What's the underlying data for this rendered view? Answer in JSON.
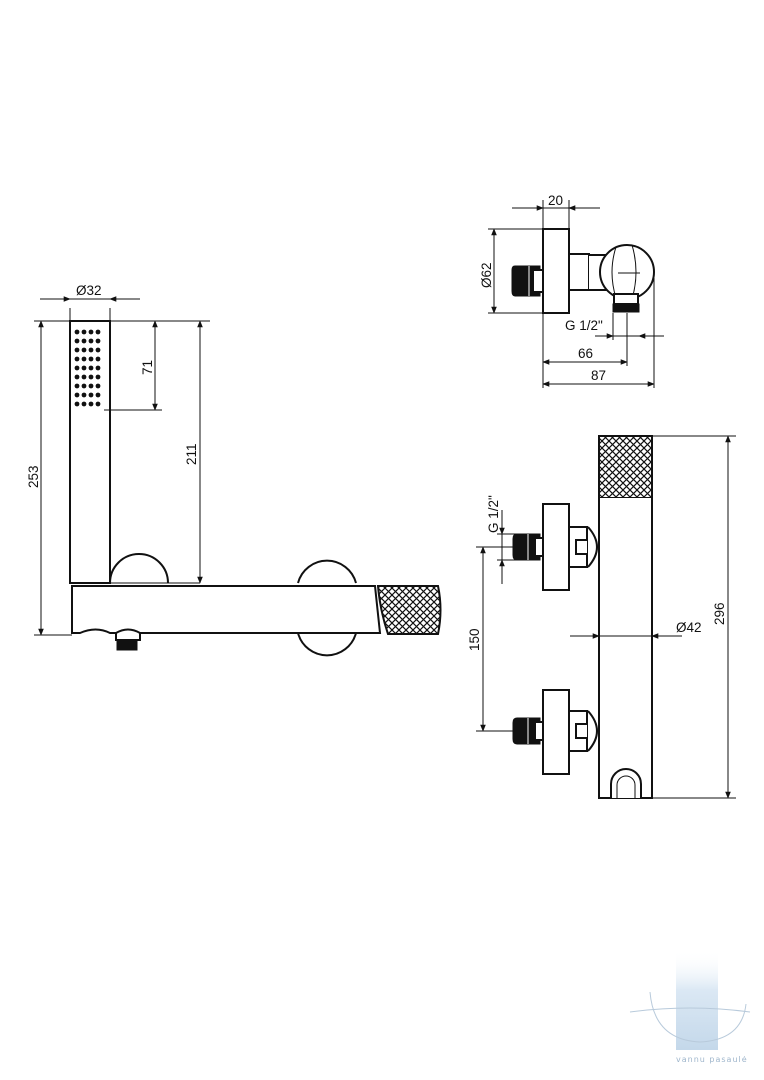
{
  "dimensions": {
    "side_handshower_diameter": "Ø32",
    "side_spray_height": "71",
    "side_holder_height": "211",
    "side_total_height": "253",
    "top_outlet_width": "20",
    "top_flange_diameter": "Ø62",
    "top_thread": "G 1/2\"",
    "top_depth_66": "66",
    "top_depth_87": "87",
    "front_thread": "G 1/2\"",
    "front_centers": "150",
    "front_body_diameter": "Ø42",
    "front_total_height": "296"
  },
  "watermark": {
    "text": "vannu pasaulė"
  }
}
